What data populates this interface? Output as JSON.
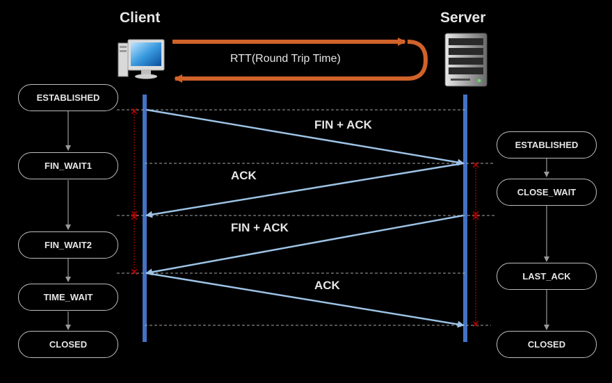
{
  "participants": {
    "client": "Client",
    "server": "Server"
  },
  "rtt_label": "RTT(Round Trip Time)",
  "client_states": [
    "ESTABLISHED",
    "FIN_WAIT1",
    "FIN_WAIT2",
    "TIME_WAIT",
    "CLOSED"
  ],
  "server_states": [
    "ESTABLISHED",
    "CLOSE_WAIT",
    "LAST_ACK",
    "CLOSED"
  ],
  "messages": [
    "FIN + ACK",
    "ACK",
    "FIN + ACK",
    "ACK"
  ],
  "colors": {
    "background": "#000000",
    "lifeline": "#4472c4",
    "message_arrow": "#9dc3e6",
    "rtt_arrow": "#d0622a",
    "timing_marker": "#c00000",
    "state_border": "#bfbfbf",
    "text": "#e6e6e6"
  },
  "icons": {
    "client": "desktop-computer-icon",
    "server": "server-tower-icon"
  }
}
